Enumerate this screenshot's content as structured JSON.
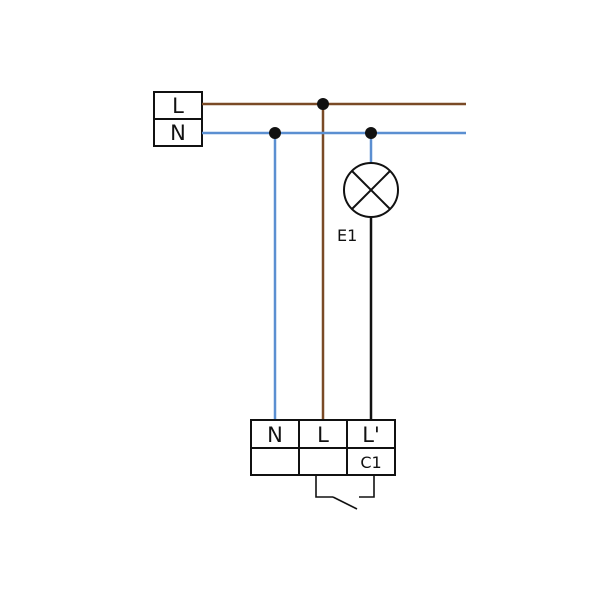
{
  "colors": {
    "phase": "#7a4a26",
    "neutral": "#5b8fd1",
    "switched": "#111111",
    "outline": "#111111",
    "background": "#ffffff"
  },
  "supply_terminal": {
    "labels": [
      "L",
      "N"
    ]
  },
  "lamp": {
    "label": "E1",
    "icon": "lamp-cross-circle-icon"
  },
  "device_terminal": {
    "top_labels": [
      "N",
      "L",
      "L'"
    ],
    "bottom_labels": [
      "",
      "",
      "C1"
    ]
  },
  "switch": {
    "icon": "pushbutton-contact-icon"
  }
}
